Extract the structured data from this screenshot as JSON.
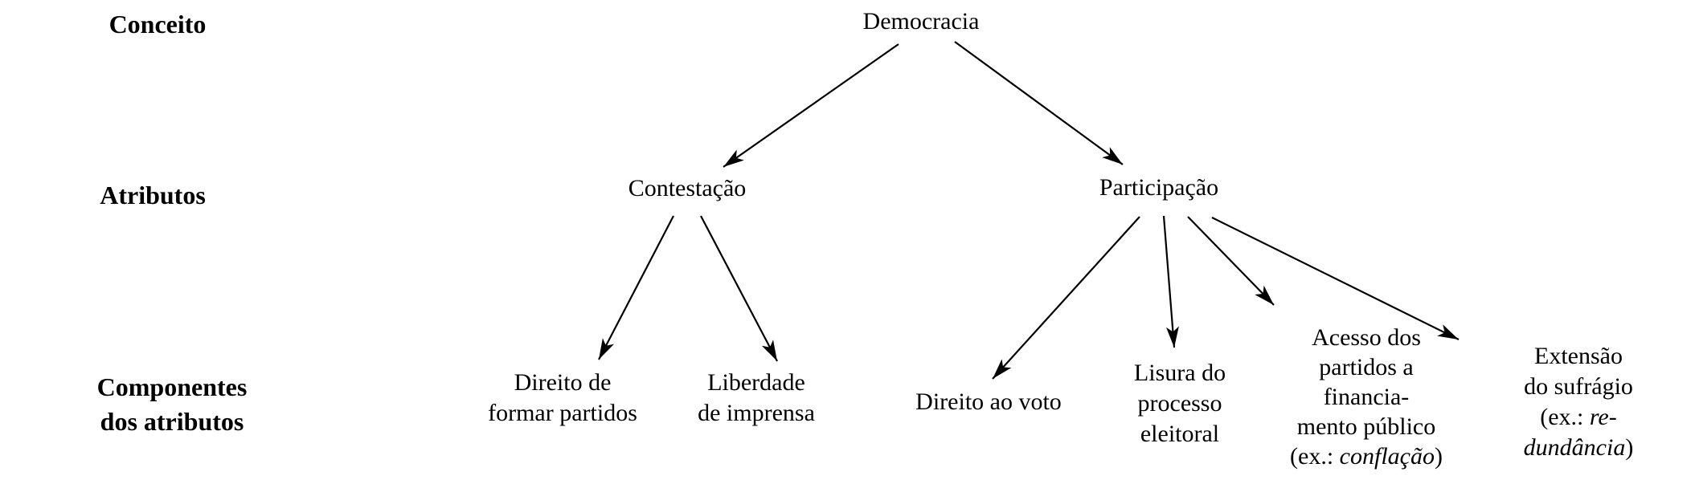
{
  "figure": {
    "background": "#ffffff",
    "text_color": "#000000",
    "arrow_color": "#000000"
  },
  "row_labels": {
    "conceito": "Conceito",
    "atributos": "Atributos",
    "componentes": {
      "lines": [
        [
          {
            "t": "Componentes"
          }
        ],
        [
          {
            "t": "dos atributos"
          }
        ]
      ]
    }
  },
  "tree": {
    "concept": "Democracia",
    "attributes": {
      "contestacao": "Contestação",
      "participacao": "Participação"
    },
    "components": {
      "direito_formar_partidos": {
        "lines": [
          [
            {
              "t": "Direito de"
            }
          ],
          [
            {
              "t": "formar partidos"
            }
          ]
        ]
      },
      "liberdade_imprensa": {
        "lines": [
          [
            {
              "t": "Liberdade"
            }
          ],
          [
            {
              "t": "de imprensa"
            }
          ]
        ]
      },
      "direito_ao_voto": {
        "lines": [
          [
            {
              "t": "Direito ao voto"
            }
          ]
        ]
      },
      "lisura_processo_eleitoral": {
        "lines": [
          [
            {
              "t": "Lisura do"
            }
          ],
          [
            {
              "t": "processo"
            }
          ],
          [
            {
              "t": "eleitoral"
            }
          ]
        ]
      },
      "acesso_financiamento": {
        "lines": [
          [
            {
              "t": "Acesso dos"
            }
          ],
          [
            {
              "t": "partidos a"
            }
          ],
          [
            {
              "t": "financia-"
            }
          ],
          [
            {
              "t": "mento público"
            }
          ],
          [
            {
              "t": "(ex.: "
            },
            {
              "t": "conflação",
              "i": true
            },
            {
              "t": ")"
            }
          ]
        ]
      },
      "extensao_sufragio": {
        "lines": [
          [
            {
              "t": "Extensão"
            }
          ],
          [
            {
              "t": "do sufrágio"
            }
          ],
          [
            {
              "t": "(ex.: "
            },
            {
              "t": "re-",
              "i": true
            }
          ],
          [
            {
              "t": "dundância",
              "i": true
            },
            {
              "t": ")"
            }
          ]
        ]
      }
    },
    "edges": [
      {
        "from": "Democracia",
        "to": "Contestação"
      },
      {
        "from": "Democracia",
        "to": "Participação"
      },
      {
        "from": "Contestação",
        "to": "Direito de formar partidos"
      },
      {
        "from": "Contestação",
        "to": "Liberdade de imprensa"
      },
      {
        "from": "Participação",
        "to": "Direito ao voto"
      },
      {
        "from": "Participação",
        "to": "Lisura do processo eleitoral"
      },
      {
        "from": "Participação",
        "to": "Acesso dos partidos a financiamento público (ex.: conflação)"
      },
      {
        "from": "Participação",
        "to": "Extensão do sufrágio (ex.: redundância)"
      }
    ]
  }
}
